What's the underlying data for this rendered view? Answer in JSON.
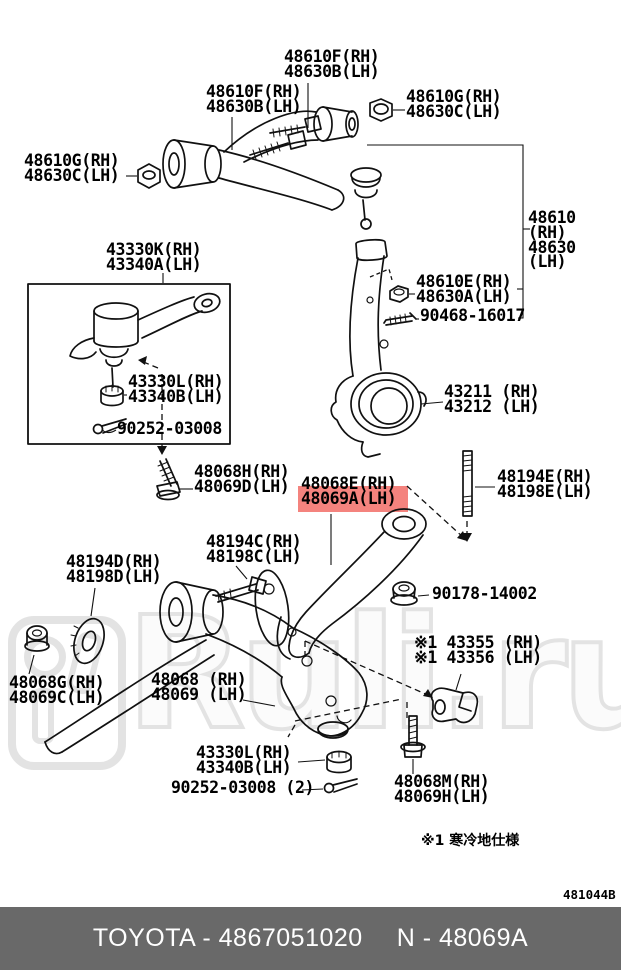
{
  "watermark": {
    "text": "Ruli.ru",
    "color": "#e3e3e3"
  },
  "diagram": {
    "highlight_color": "#f4837e",
    "line_color": "#111111",
    "labels": [
      {
        "id": "48610F-48630B-a",
        "text": "48610F(RH)\n48630B(LH)"
      },
      {
        "id": "48610F-48630B-b",
        "text": "48610F(RH)\n48630B(LH)"
      },
      {
        "id": "48610G-48630C-right",
        "text": "48610G(RH)\n48630C(LH)"
      },
      {
        "id": "48610G-48630C-left",
        "text": "48610G(RH)\n48630C(LH)"
      },
      {
        "id": "48610-48630",
        "text": "48610 (RH)\n48630 (LH)"
      },
      {
        "id": "43330K-43340A",
        "text": "43330K(RH)\n43340A(LH)"
      },
      {
        "id": "48610E-48630A",
        "text": "48610E(RH)\n48630A(LH)"
      },
      {
        "id": "90468-16017",
        "text": "90468-16017"
      },
      {
        "id": "43330L-43340B-box",
        "text": "43330L(RH)\n43340B(LH)"
      },
      {
        "id": "90252-03008",
        "text": "90252-03008"
      },
      {
        "id": "43211-43212",
        "text": "43211 (RH)\n43212 (LH)"
      },
      {
        "id": "48068H-48069D",
        "text": "48068H(RH)\n48069D(LH)"
      },
      {
        "id": "48068E-48069A-highlighted",
        "text": "48068E(RH)\n48069A(LH)"
      },
      {
        "id": "48194E-48198E",
        "text": "48194E(RH)\n48198E(LH)"
      },
      {
        "id": "48194C-48198C",
        "text": "48194C(RH)\n48198C(LH)"
      },
      {
        "id": "48194D-48198D",
        "text": "48194D(RH)\n48198D(LH)"
      },
      {
        "id": "90178-14002",
        "text": "90178-14002"
      },
      {
        "id": "48068G-48069C",
        "text": "48068G(RH)\n48069C(LH)"
      },
      {
        "id": "48068-48069",
        "text": "48068 (RH)\n48069 (LH)"
      },
      {
        "id": "43355-43356",
        "text": "※1 43355 (RH)\n※1 43356 (LH)"
      },
      {
        "id": "43330L-43340B-bottom",
        "text": "43330L(RH)\n43340B(LH)"
      },
      {
        "id": "90252-03008-2",
        "text": "90252-03008 (2)"
      },
      {
        "id": "48068M-48069H",
        "text": "48068M(RH)\n48069H(LH)"
      }
    ],
    "note": "※1  寒冷地仕様",
    "figure_code": "481044B"
  },
  "footer": {
    "background": "#696969",
    "catalog_text": "TOYOTA - 4867051020",
    "part_ref_text": "N - 48069A"
  }
}
